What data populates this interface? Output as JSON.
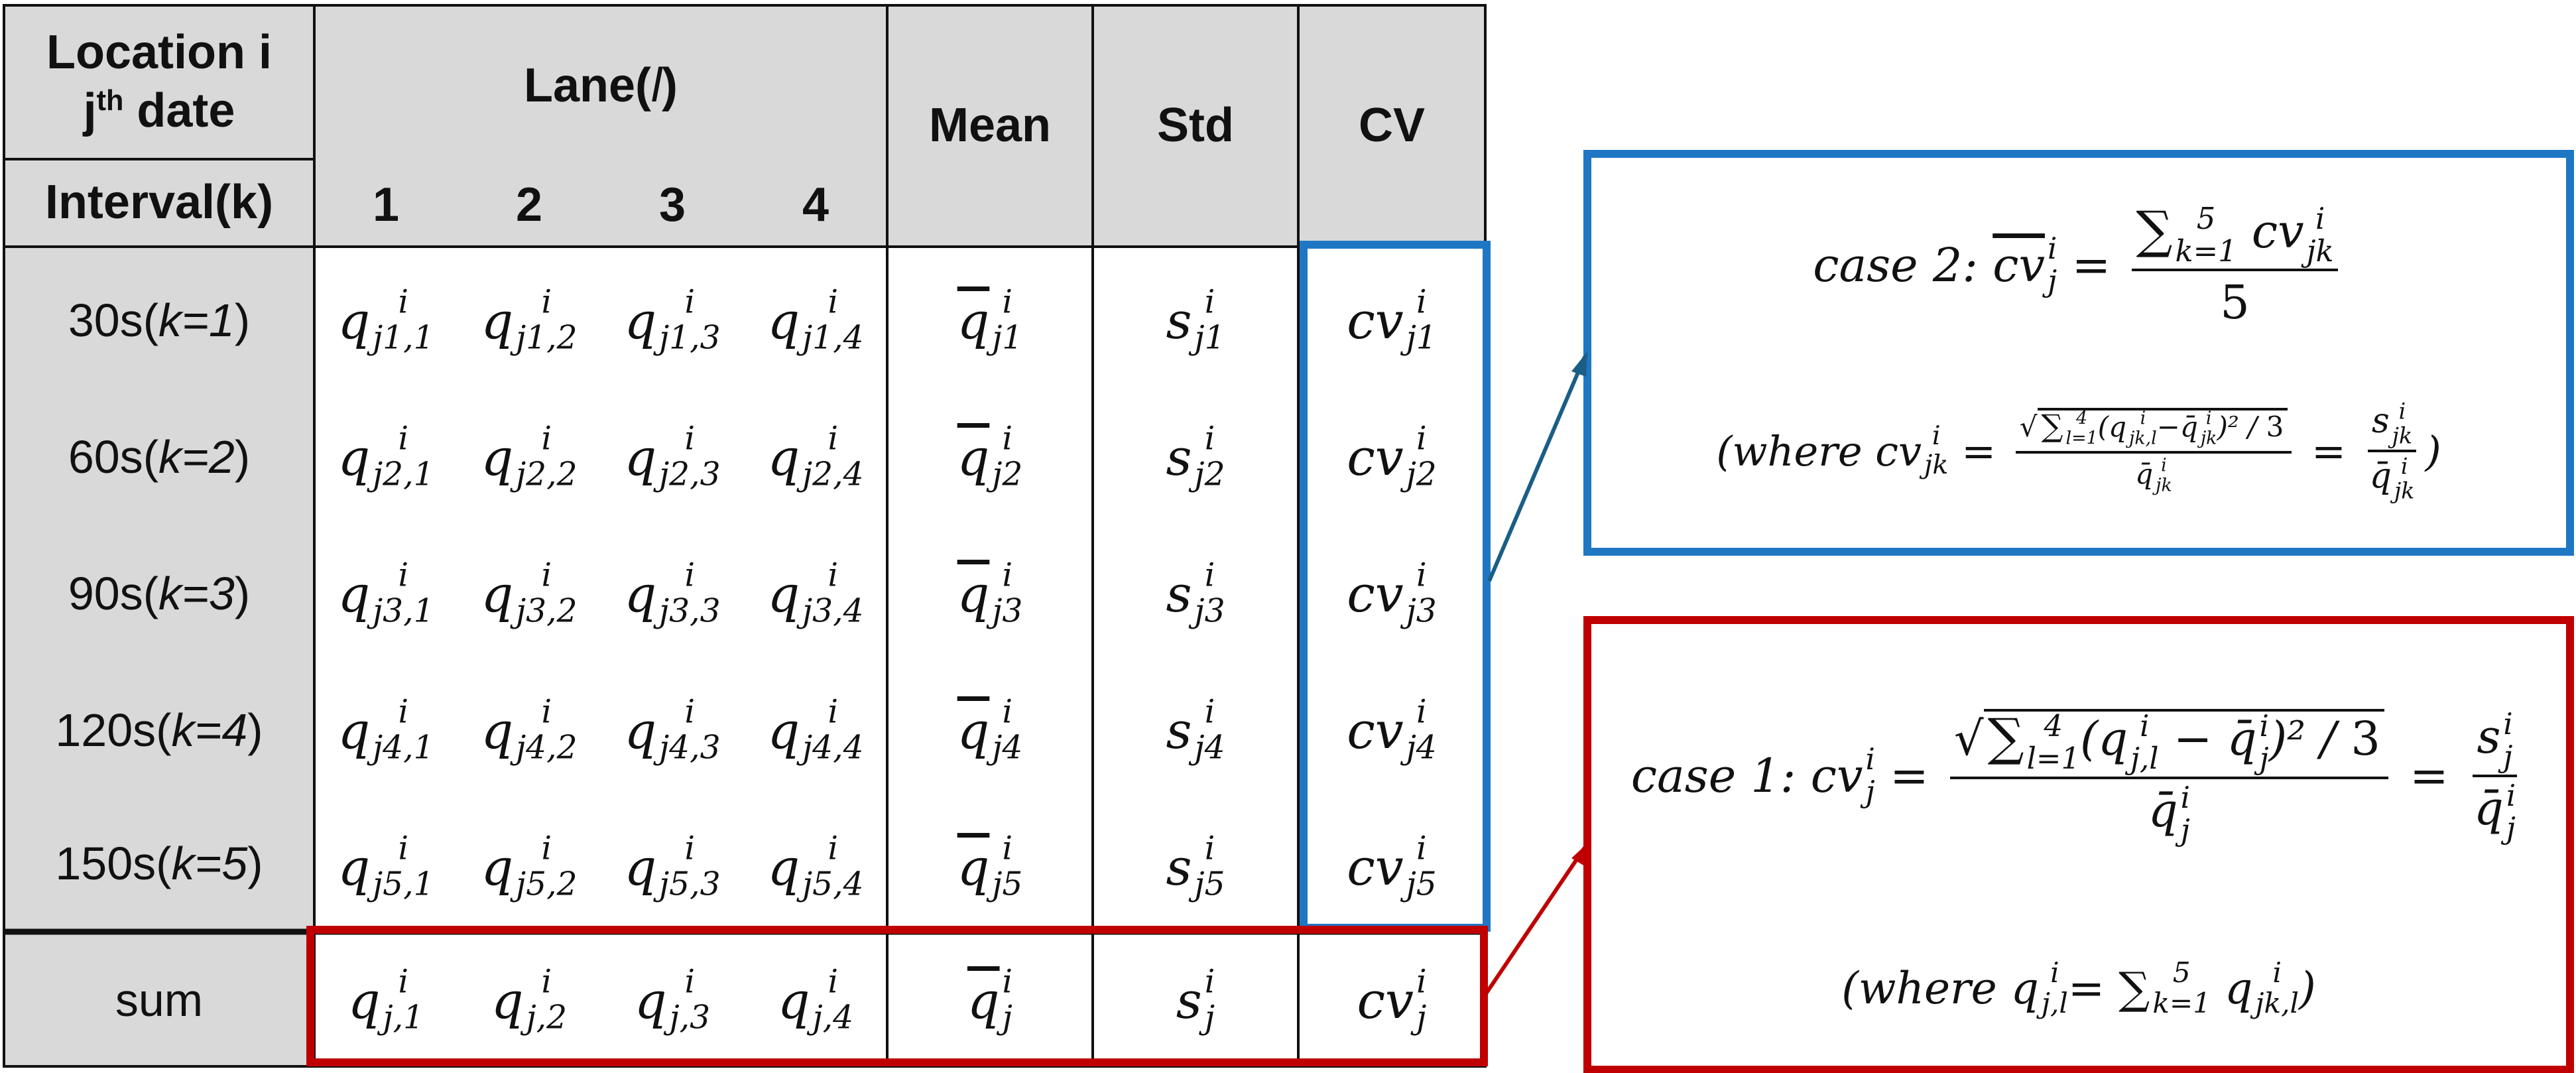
{
  "table": {
    "headers": {
      "location_line1": "Location i",
      "location_line2_j": "j",
      "location_line2_sup": "th",
      "location_line2_rest": " date",
      "interval": "Interval(k)",
      "lane_prefix": "Lane(",
      "lane_var": "l",
      "lane_suffix": " )",
      "lanes": [
        "1",
        "2",
        "3",
        "4"
      ],
      "mean": "Mean",
      "std": "Std",
      "cv": "CV"
    },
    "rows": [
      {
        "label_prefix": "30s(",
        "label_k": "k=1",
        "label_suffix": ")",
        "idx": "1"
      },
      {
        "label_prefix": "60s(",
        "label_k": "k=2",
        "label_suffix": ")",
        "idx": "2"
      },
      {
        "label_prefix": "90s(",
        "label_k": "k=3",
        "label_suffix": ")",
        "idx": "3"
      },
      {
        "label_prefix": "120s(",
        "label_k": "k=4",
        "label_suffix": ")",
        "idx": "4"
      },
      {
        "label_prefix": "150s(",
        "label_k": "k=5",
        "label_suffix": ")",
        "idx": "5"
      }
    ],
    "sum_label": "sum",
    "sym": {
      "q": "q",
      "s": "s",
      "cv": "cv",
      "i": "i",
      "j": "j"
    }
  },
  "case2": {
    "label": "case 2:",
    "cvbar": "cv",
    "sum_expr": "∑",
    "sum_sub": "k=1",
    "sum_sup": "5",
    "sum_term": "cv",
    "sum_term_sub": "jk",
    "den": "5",
    "where_open": "(where",
    "where_close": ")",
    "root_expr": "∑",
    "root_sub": "l=1",
    "root_sup": "4",
    "root_body": "(q",
    "root_body_sub": "jk,l",
    "root_minus": "−q̄",
    "root_minus_sub": "jk",
    "root_tail": ")²",
    "root_div": "3",
    "qbar": "q̄",
    "qbar_sub": "jk",
    "s": "s",
    "s_sub": "jk"
  },
  "case1": {
    "label": "case 1:",
    "cv": "cv",
    "sum_expr": "∑",
    "sum_sub": "l=1",
    "sum_sup": "4",
    "body": "(q",
    "body_sub": "j,l",
    "minus": " − q̄",
    "minus_sub": "j",
    "tail": ")²",
    "div": "3",
    "qbar": "q̄",
    "qbar_sub": "j",
    "s": "s",
    "s_sub": "j",
    "where_open": "(where q",
    "where_sub": "j,l",
    "where_eq": " = ∑",
    "where_sum_sub": "k=1",
    "where_sum_sup": "5",
    "where_term": "q",
    "where_term_sub": "jk,l",
    "where_close": ")"
  },
  "colors": {
    "header_bg": "#d9d9d9",
    "blue": "#1f77c4",
    "red": "#c00000",
    "connector_blue": "#1a5e85"
  }
}
